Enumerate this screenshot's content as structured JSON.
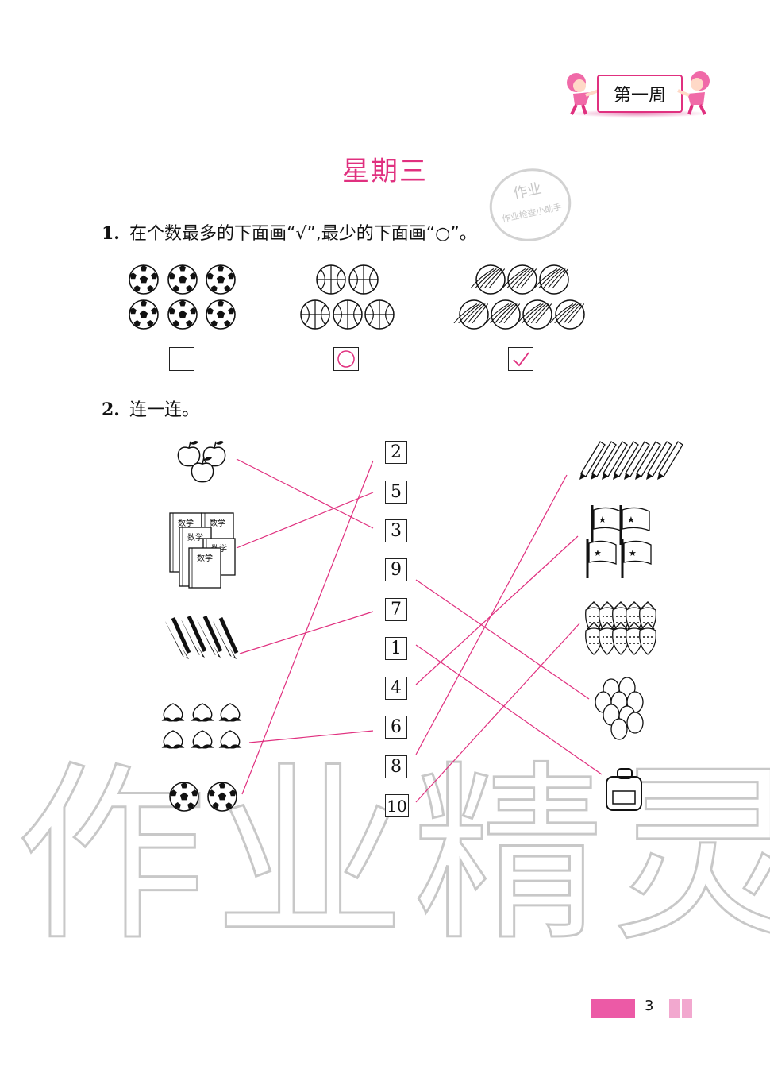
{
  "header": {
    "week_label": "第一周",
    "title": "星期三"
  },
  "watermark": {
    "stamp_text": "作业",
    "stamp_sub": "作业检查小助手",
    "big_text": "作业精灵"
  },
  "question1": {
    "number": "1.",
    "text": "在个数最多的下面画“√”,最少的下面画“○”。",
    "groups": [
      {
        "item": "football",
        "count": 6,
        "answer": ""
      },
      {
        "item": "basketball",
        "count": 5,
        "answer": "circle"
      },
      {
        "item": "volleyball",
        "count": 7,
        "answer": "check"
      }
    ],
    "colors": {
      "answer": "#e0307f"
    }
  },
  "question2": {
    "number": "2.",
    "text": "连一连。",
    "numbers": [
      "2",
      "5",
      "3",
      "9",
      "7",
      "1",
      "4",
      "6",
      "8",
      "10"
    ],
    "left_items": [
      {
        "item": "apples",
        "count": 3
      },
      {
        "item": "math-books",
        "count": 5,
        "book_label": "数学"
      },
      {
        "item": "corn",
        "count": 4
      },
      {
        "item": "peaches",
        "count": 6
      },
      {
        "item": "footballs",
        "count": 2
      }
    ],
    "right_items": [
      {
        "item": "pencils",
        "count": 8
      },
      {
        "item": "flags",
        "count": 4
      },
      {
        "item": "strawberries",
        "count": 10
      },
      {
        "item": "balloons",
        "count": 9
      },
      {
        "item": "backpack",
        "count": 1
      }
    ],
    "line_color": "#e0307f"
  },
  "footer": {
    "page_number": "3",
    "accent_color": "#ec5aa6"
  }
}
